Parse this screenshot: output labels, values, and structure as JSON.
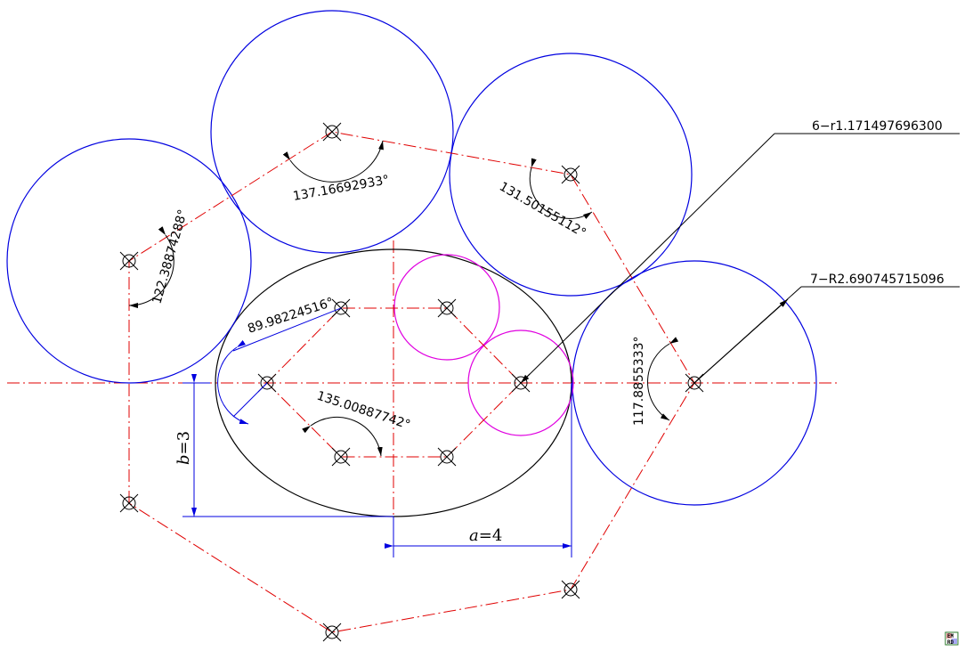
{
  "annotations": {
    "leader_small": "6−r1.171497696300",
    "leader_large": "7−R2.690745715096"
  },
  "angles": {
    "a1": "137.16692933°",
    "a2": "131.50155112°",
    "a3": "122.38874288°",
    "a4": "89.98224516°",
    "a5": "135.00887742°",
    "a6": "117.8855333°"
  },
  "dimensions": {
    "b_var": "b",
    "b_val": "=3",
    "a_var": "a",
    "a_val": "=4"
  },
  "logo": {
    "top": "EM",
    "bottom": "RD"
  },
  "colors": {
    "centerline": "#e00000",
    "large_circle": "#0000e0",
    "small_circle": "#e000e0",
    "ellipse": "#000000",
    "dimension": "#0000e0",
    "angle_arc": "#000000"
  }
}
